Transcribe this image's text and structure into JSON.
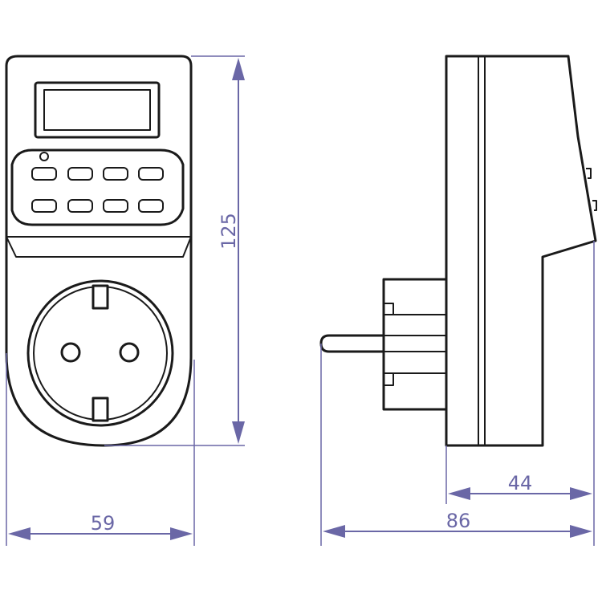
{
  "dimensions": {
    "width": "59",
    "height": "125",
    "body_depth": "44",
    "total_depth": "86"
  },
  "colors": {
    "line": "#1a1a1a",
    "dimension": "#6a67a6",
    "background": "#ffffff"
  }
}
